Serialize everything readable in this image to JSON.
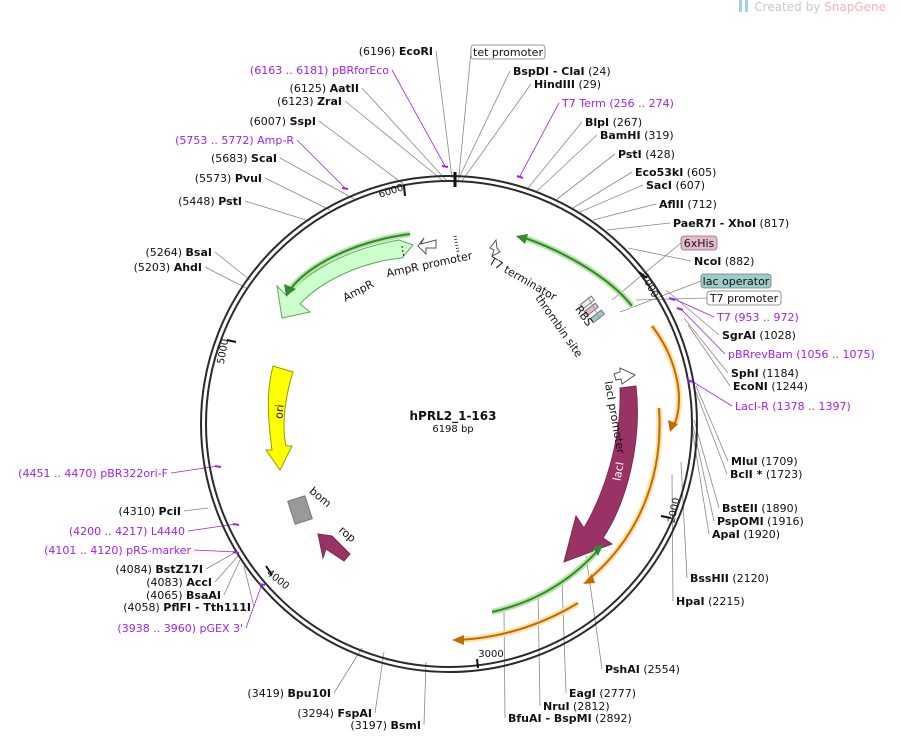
{
  "watermark": {
    "prefix": "Created by",
    "brand": "SnapGene"
  },
  "map": {
    "name": "hPRL2_1-163",
    "length_label": "6198 bp",
    "length": 6198
  },
  "ticks": [
    "1000",
    "2000",
    "3000",
    "4000",
    "5000",
    "6000"
  ],
  "enzymes_right": [
    {
      "name": "BspDI",
      "extra": "- ClaI",
      "pos": "(24)"
    },
    {
      "name": "HindIII",
      "extra": "",
      "pos": "(29)"
    },
    {
      "name": "BlpI",
      "extra": "",
      "pos": "(267)"
    },
    {
      "name": "BamHI",
      "extra": "",
      "pos": "(319)"
    },
    {
      "name": "PstI",
      "extra": "",
      "pos": "(428)"
    },
    {
      "name": "Eco53kI",
      "extra": "",
      "pos": "(605)"
    },
    {
      "name": "SacI",
      "extra": "",
      "pos": "(607)"
    },
    {
      "name": "AflII",
      "extra": "",
      "pos": "(712)"
    },
    {
      "name": "PaeR7I",
      "extra": "- XhoI",
      "pos": "(817)"
    },
    {
      "name": "NcoI",
      "extra": "",
      "pos": "(882)"
    },
    {
      "name": "SgrAI",
      "extra": "",
      "pos": "(1028)"
    },
    {
      "name": "SphI",
      "extra": "",
      "pos": "(1184)"
    },
    {
      "name": "EcoNI",
      "extra": "",
      "pos": "(1244)"
    },
    {
      "name": "MluI",
      "extra": "",
      "pos": "(1709)"
    },
    {
      "name": "BclI *",
      "extra": "",
      "pos": "(1723)"
    },
    {
      "name": "BstEII",
      "extra": "",
      "pos": "(1890)"
    },
    {
      "name": "PspOMI",
      "extra": "",
      "pos": "(1916)"
    },
    {
      "name": "ApaI",
      "extra": "",
      "pos": "(1920)"
    },
    {
      "name": "BssHII",
      "extra": "",
      "pos": "(2120)"
    },
    {
      "name": "HpaI",
      "extra": "",
      "pos": "(2215)"
    },
    {
      "name": "PshAI",
      "extra": "",
      "pos": "(2554)"
    },
    {
      "name": "EagI",
      "extra": "",
      "pos": "(2777)"
    },
    {
      "name": "NruI",
      "extra": "",
      "pos": "(2812)"
    },
    {
      "name": "BfuAI",
      "extra": "- BspMI",
      "pos": "(2892)"
    }
  ],
  "enzymes_left": [
    {
      "pos": "(6196)",
      "name": "EcoRI"
    },
    {
      "pos": "(6125)",
      "name": "AatII"
    },
    {
      "pos": "(6123)",
      "name": "ZraI"
    },
    {
      "pos": "(6007)",
      "name": "SspI"
    },
    {
      "pos": "(5683)",
      "name": "ScaI"
    },
    {
      "pos": "(5573)",
      "name": "PvuI"
    },
    {
      "pos": "(5448)",
      "name": "PstI"
    },
    {
      "pos": "(5264)",
      "name": "BsaI"
    },
    {
      "pos": "(5203)",
      "name": "AhdI"
    },
    {
      "pos": "(4310)",
      "name": "PciI"
    },
    {
      "pos": "(4084)",
      "name": "BstZ17I"
    },
    {
      "pos": "(4083)",
      "name": "AccI"
    },
    {
      "pos": "(4065)",
      "name": "BsaAI"
    },
    {
      "pos": "(4058)",
      "name": "PflFI",
      "extra": "- Tth111I"
    },
    {
      "pos": "(3419)",
      "name": "Bpu10I"
    },
    {
      "pos": "(3294)",
      "name": "FspAI"
    },
    {
      "pos": "(3197)",
      "name": "BsmI"
    }
  ],
  "primers_right": [
    {
      "name": "T7 Term",
      "range": "(256 .. 274)"
    },
    {
      "name": "T7",
      "range": "(953 .. 972)"
    },
    {
      "name": "pBRrevBam",
      "range": "(1056 .. 1075)"
    },
    {
      "name": "LacI-R",
      "range": "(1378 .. 1397)"
    }
  ],
  "primers_left": [
    {
      "range": "(6163 .. 6181)",
      "name": "pBRforEco"
    },
    {
      "range": "(5753 .. 5772)",
      "name": "Amp-R"
    },
    {
      "range": "(4451 .. 4470)",
      "name": "pBR322ori-F"
    },
    {
      "range": "(4200 .. 4217)",
      "name": "L4440"
    },
    {
      "range": "(4101 .. 4120)",
      "name": "pRS-marker"
    },
    {
      "range": "(3938 .. 3960)",
      "name": "pGEX 3'"
    }
  ],
  "boxed_labels": [
    "tet promoter",
    "6xHis",
    "lac operator",
    "T7 promoter"
  ],
  "features": [
    "AmpR",
    "AmpR promoter",
    "T7 terminator",
    "thrombin site",
    "RBS",
    "ori",
    "bom",
    "rop",
    "lacI promoter",
    "lacI"
  ],
  "colors": {
    "ring": "#2b2b2b",
    "primer": "#a020f0",
    "ampr": "#ccffcc",
    "ori": "#ffff00",
    "laci": "#993366",
    "bom": "#999999",
    "cds_green": "#33aa33",
    "cds_orange": "#ffb84d",
    "his": "#e7b9cf",
    "lacop": "#9ccccc"
  }
}
